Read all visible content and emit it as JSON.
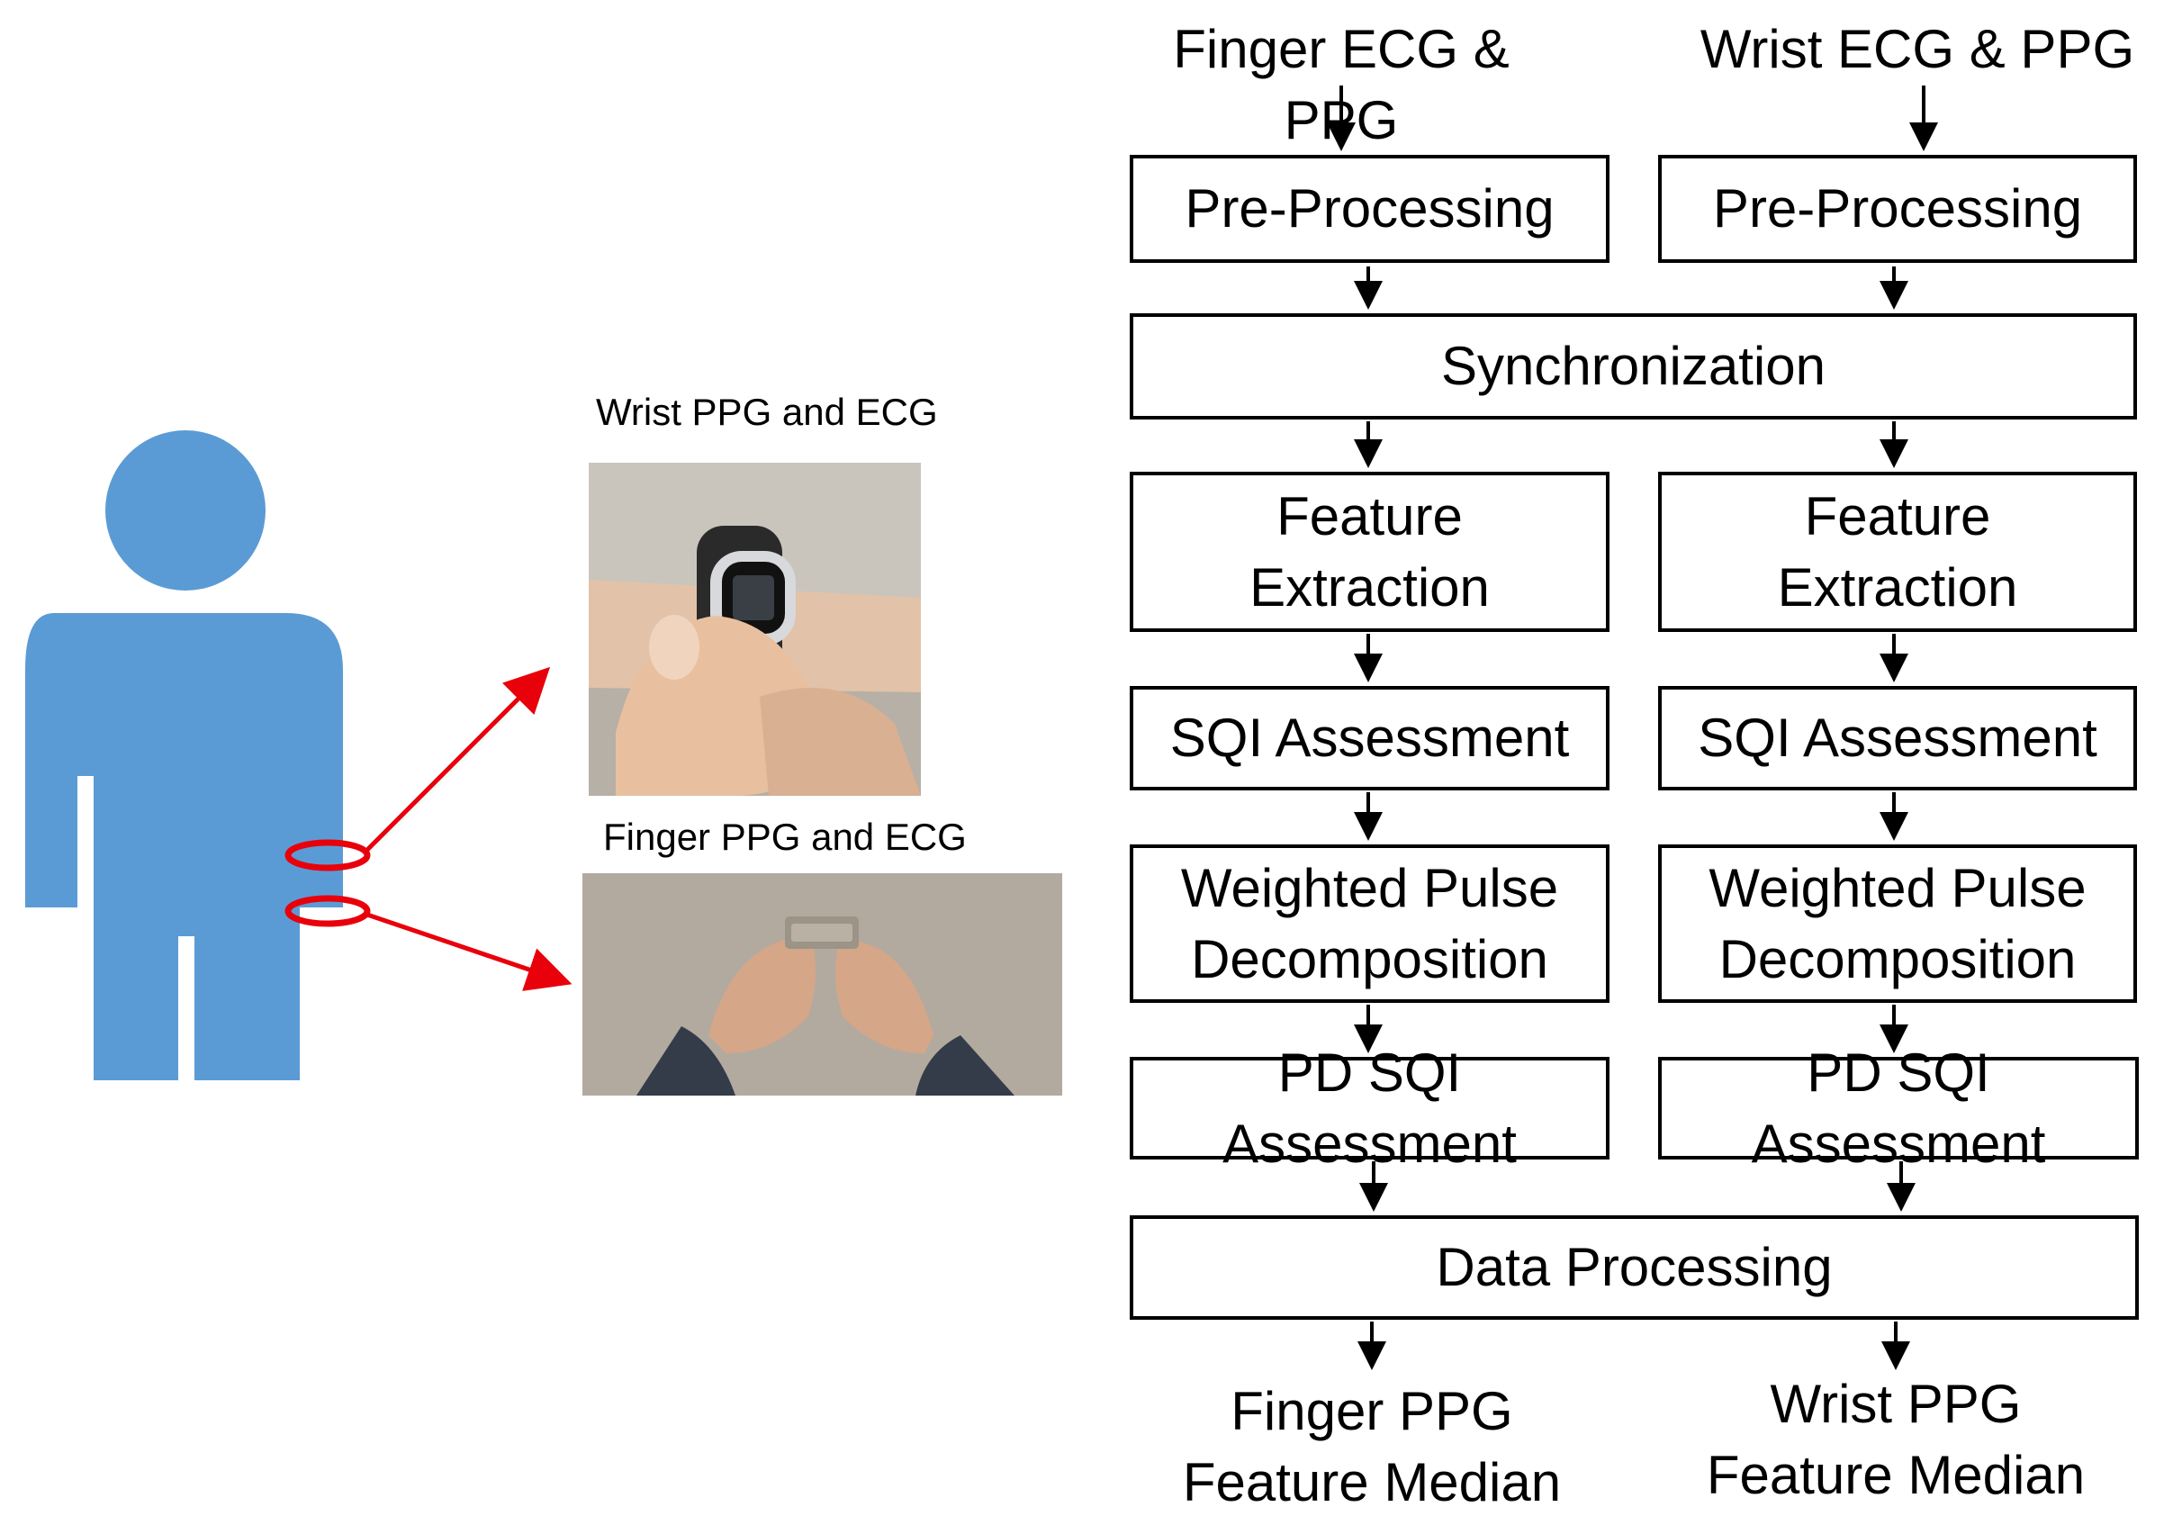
{
  "inputs": {
    "finger": "Finger ECG & PPG",
    "wrist": "Wrist ECG & PPG"
  },
  "finger_path": {
    "preprocessing": "Pre-Processing",
    "feature_extraction": "Feature\nExtraction",
    "sqi": "SQI Assessment",
    "weighted_pulse": "Weighted Pulse\nDecomposition",
    "pd_sqi": "PD SQI Assessment"
  },
  "wrist_path": {
    "preprocessing": "Pre-Processing",
    "feature_extraction": "Feature\nExtraction",
    "sqi": "SQI Assessment",
    "weighted_pulse": "Weighted Pulse\nDecomposition",
    "pd_sqi": "PD SQI Assessment"
  },
  "shared": {
    "synchronization": "Synchronization",
    "data_processing": "Data Processing"
  },
  "outputs": {
    "finger": "Finger PPG\nFeature Median",
    "wrist": "Wrist PPG\nFeature Median"
  },
  "photos": {
    "wrist_caption": "Wrist PPG and ECG",
    "finger_caption": "Finger PPG and ECG"
  },
  "colors": {
    "person": "#5b9bd5",
    "marker": "#e8000b",
    "line": "#000000"
  },
  "icons": {
    "person": "person-silhouette-icon"
  }
}
